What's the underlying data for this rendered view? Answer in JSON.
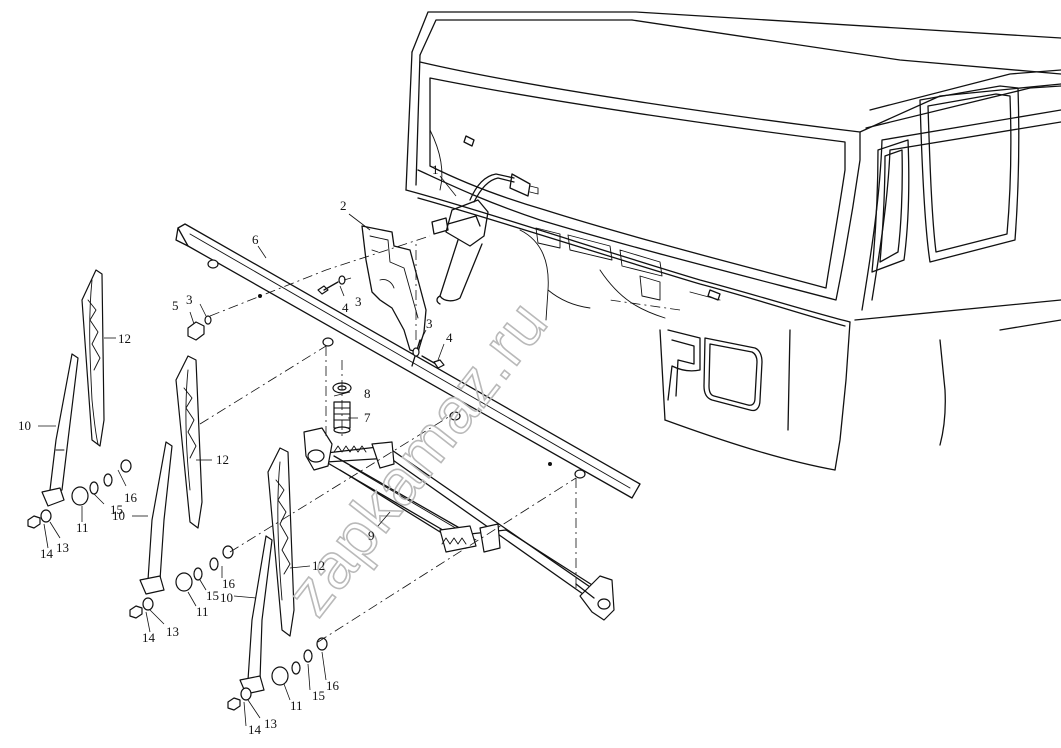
{
  "watermark": "zapkamaz.ru",
  "callouts": {
    "c1": "1",
    "c2": "2",
    "c6": "6",
    "c3a": "3",
    "c5": "5",
    "c4a": "4",
    "c3b": "3",
    "c3c": "3",
    "c4b": "4",
    "c8": "8",
    "c7": "7",
    "c12a": "12",
    "c12b": "12",
    "c12c": "12",
    "c10a": "10",
    "c10b": "10",
    "c10c": "10",
    "c16a": "16",
    "c15a": "15",
    "c11a": "11",
    "c14a": "14",
    "c13a": "13",
    "c16b": "16",
    "c15b": "15",
    "c11b": "11",
    "c14b": "14",
    "c13b": "13",
    "c16c": "16",
    "c15c": "15",
    "c11c": "11",
    "c14c": "14",
    "c13c": "13",
    "c9": "9"
  }
}
